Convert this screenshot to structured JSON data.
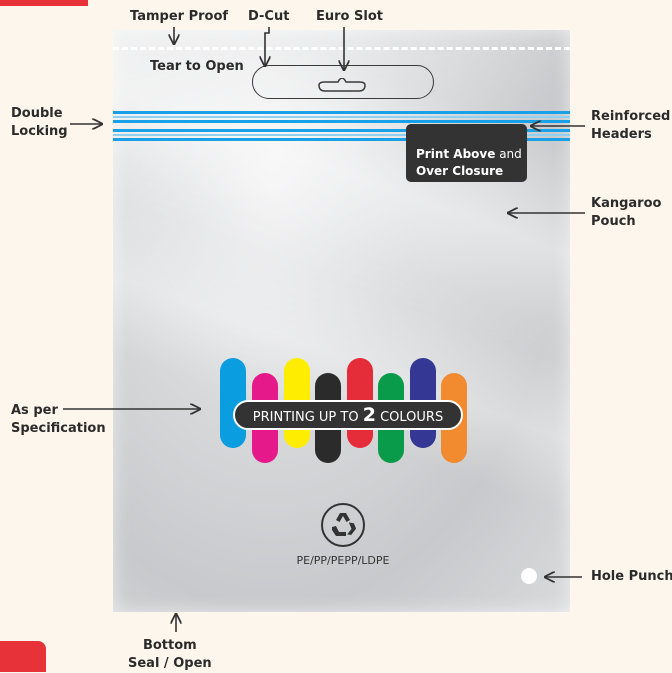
{
  "labels": {
    "tamper_proof": "Tamper Proof",
    "d_cut": "D-Cut",
    "euro_slot": "Euro Slot",
    "tear_to_open": "Tear to Open",
    "double_locking_1": "Double",
    "double_locking_2": "Locking",
    "reinforced_1": "Reinforced",
    "reinforced_2": "Headers",
    "kangaroo_1": "Kangaroo",
    "kangaroo_2": "Pouch",
    "spec_1": "As per",
    "spec_2": "Specification",
    "hole_punch": "Hole Punch",
    "bottom_1": "Bottom",
    "bottom_2": "Seal / Open"
  },
  "print_box": {
    "line1_bold": "Print Above",
    "line1_rest": " and",
    "line2_bold": "Over Closure"
  },
  "printing_banner": {
    "prefix": "PRINTING UP TO ",
    "number": "2",
    "suffix": " COLOURS"
  },
  "material": "PE/PP/PEPP/LDPE",
  "icons": [
    "recycle-icon",
    "arrow-icon"
  ],
  "colors": {
    "background": "#fdf6ec",
    "accent_red": "#e8323a",
    "zip_blue": "#1aa0e6",
    "swatches": [
      "#0a9ee0",
      "#e6198a",
      "#ffed00",
      "#2b2b2b",
      "#e52d3a",
      "#0a9b4a",
      "#343793",
      "#f28a30"
    ]
  }
}
